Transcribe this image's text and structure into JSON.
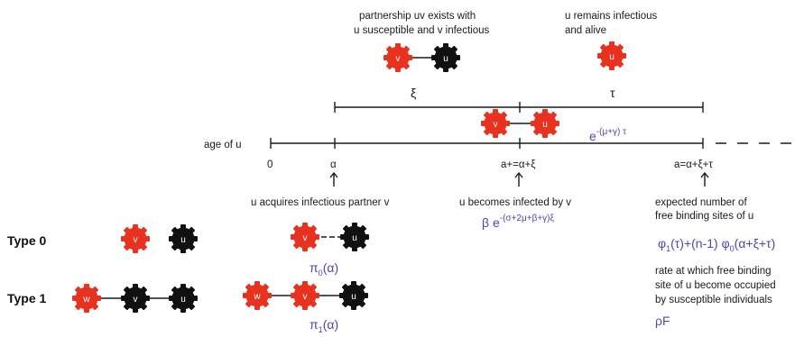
{
  "colors": {
    "infectious": "#e8321f",
    "susceptible": "#111111",
    "formula": "#5b3fb0"
  },
  "top": {
    "partnership_line1": "partnership uv exists with",
    "partnership_line2": "u susceptible and v infectious",
    "remains_line1": "u remains infectious",
    "remains_line2": "and alive"
  },
  "intervals": {
    "xi": "ξ",
    "tau": "τ"
  },
  "axis": {
    "label": "age of u",
    "tick_0": "0",
    "tick_alpha": "α",
    "tick_infection": "a+=α+ξ",
    "tick_end": "a=α+ξ+τ"
  },
  "annotations": {
    "acquires": "u acquires infectious partner v",
    "infected_by": "u becomes infected by v",
    "expected_line1": "expected number of",
    "expected_line2": "free binding sites of u",
    "rate_line1": "rate at which free binding",
    "rate_line2": "site of u become occupied",
    "rate_line3": "by susceptible individuals"
  },
  "formulas": {
    "survival_base": "e",
    "survival_exp": "-(μ+γ) τ",
    "infection_base": "β e",
    "infection_exp": "-(σ+2μ+β+γ)ξ",
    "phi1": "φ",
    "phi1_sub": "1",
    "phi_mid": "(τ)+(n-1) φ",
    "phi0_sub": "0",
    "phi_end": "(α+ξ+τ)",
    "pi0": "π",
    "pi0_sub": "0",
    "pi0_arg": "(α)",
    "pi1": "π",
    "pi1_sub": "1",
    "pi1_arg": "(α)",
    "rhoF": "ρF"
  },
  "types": {
    "type0": "Type 0",
    "type1": "Type 1"
  },
  "nodes": {
    "u": "u",
    "v": "v",
    "w": "w"
  }
}
